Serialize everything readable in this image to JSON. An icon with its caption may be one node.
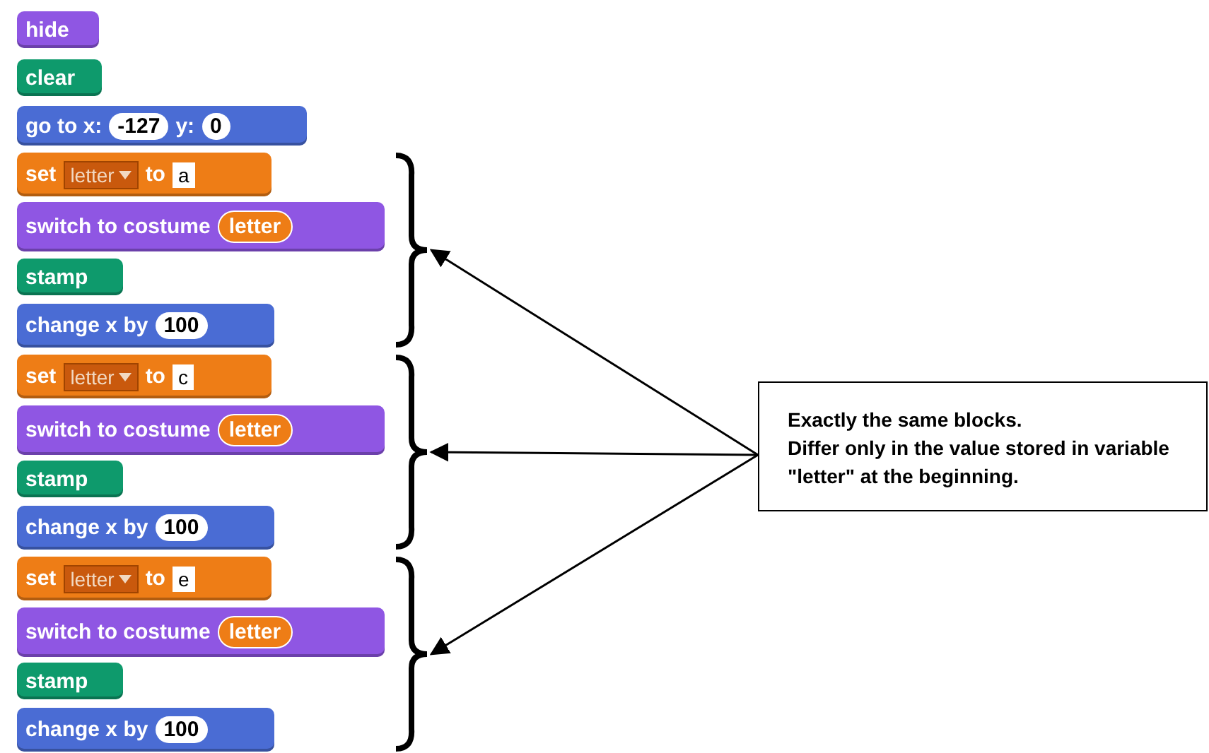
{
  "diagram": {
    "nodes": [
      {
        "text": [
          "hide"
        ]
      },
      {
        "text": [
          "clear"
        ]
      },
      {
        "text": [
          "go to x:",
          "-127",
          "y:",
          "0"
        ]
      },
      {
        "text": [
          "set",
          "letter",
          "to",
          "a"
        ]
      },
      {
        "text": [
          "switch to costume",
          "letter"
        ]
      },
      {
        "text": [
          "stamp"
        ]
      },
      {
        "text": [
          "change x by",
          "100"
        ]
      },
      {
        "text": [
          "set",
          "letter",
          "to",
          "c"
        ]
      },
      {
        "text": [
          "switch to costume",
          "letter"
        ]
      },
      {
        "text": [
          "stamp"
        ]
      },
      {
        "text": [
          "change x by",
          "100"
        ]
      },
      {
        "text": [
          "set",
          "letter",
          "to",
          "e"
        ]
      },
      {
        "text": [
          "switch to costume",
          "letter"
        ]
      },
      {
        "text": [
          "stamp"
        ]
      },
      {
        "text": [
          "change x by",
          "100"
        ]
      },
      {
        "text": [],
        "shape": "bracket"
      },
      {
        "text": [],
        "shape": "bracket"
      },
      {
        "text": [],
        "shape": "bracket"
      },
      {
        "text": [
          "Exactly the same blocks.",
          "Differ only in the value stored in variable \"letter\" at the beginning."
        ]
      }
    ],
    "edges": [
      {
        "from": 18,
        "to": 15,
        "arrow": "to"
      },
      {
        "from": 18,
        "to": 16,
        "arrow": "to"
      },
      {
        "from": 18,
        "to": 17,
        "arrow": "to"
      }
    ]
  }
}
